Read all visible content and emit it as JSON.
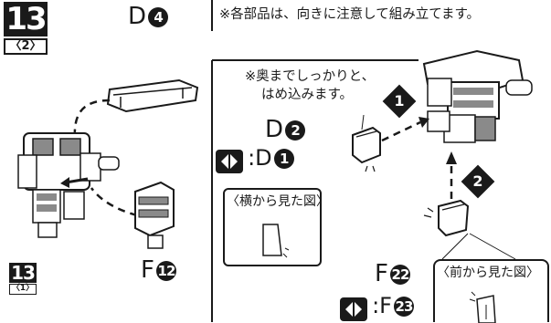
{
  "step": {
    "number": "13",
    "sub": "〈2〉"
  },
  "ref_step": {
    "number": "13",
    "sub": "〈1〉"
  },
  "notes": {
    "top": "※各部品は、向きに注意して組み立てます。",
    "insert_line1": "※奥までしっかりと、",
    "insert_line2": "はめ込みます。"
  },
  "parts": {
    "d4": {
      "letter": "D",
      "num": "4"
    },
    "d2": {
      "letter": "D",
      "num": "2"
    },
    "d1": {
      "letter": ":D",
      "num": "1"
    },
    "f12": {
      "letter": "F",
      "num": "12"
    },
    "f22": {
      "letter": "F",
      "num": "22"
    },
    "f23": {
      "letter": ":F",
      "num": "23"
    }
  },
  "callouts": {
    "one": "1",
    "two": "2"
  },
  "insets": {
    "side_view": "〈横から見た図〉",
    "front_view": "〈前から見た図〉"
  },
  "colors": {
    "ink": "#1a1a1a",
    "paper": "#ffffff",
    "shade": "#8a8a8a"
  },
  "icons": [
    "alternate-part-symbol",
    "insert-arrow",
    "dashed-guide-line"
  ]
}
